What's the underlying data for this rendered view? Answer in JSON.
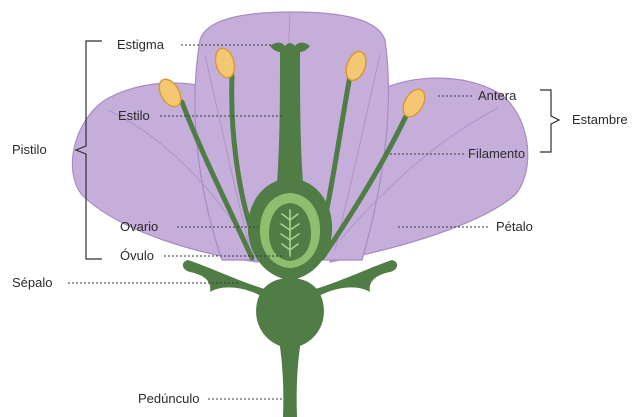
{
  "labels": {
    "estigma": "Estigma",
    "estilo": "Estilo",
    "pistilo": "Pistilo",
    "ovario": "Ovario",
    "ovulo": "Óvulo",
    "sepalo": "Sépalo",
    "pedunculo": "Pedúnculo",
    "antera": "Antera",
    "estambre": "Estambre",
    "filamento": "Filamento",
    "petalo": "Pétalo"
  },
  "colors": {
    "petal": "#c6aedb",
    "petal_edge": "#a78bc4",
    "stem": "#4f7d45",
    "stem_dark": "#3b6634",
    "ovary_inner": "#8fbf6e",
    "anther": "#f4c772",
    "anther_edge": "#d79a3a"
  }
}
